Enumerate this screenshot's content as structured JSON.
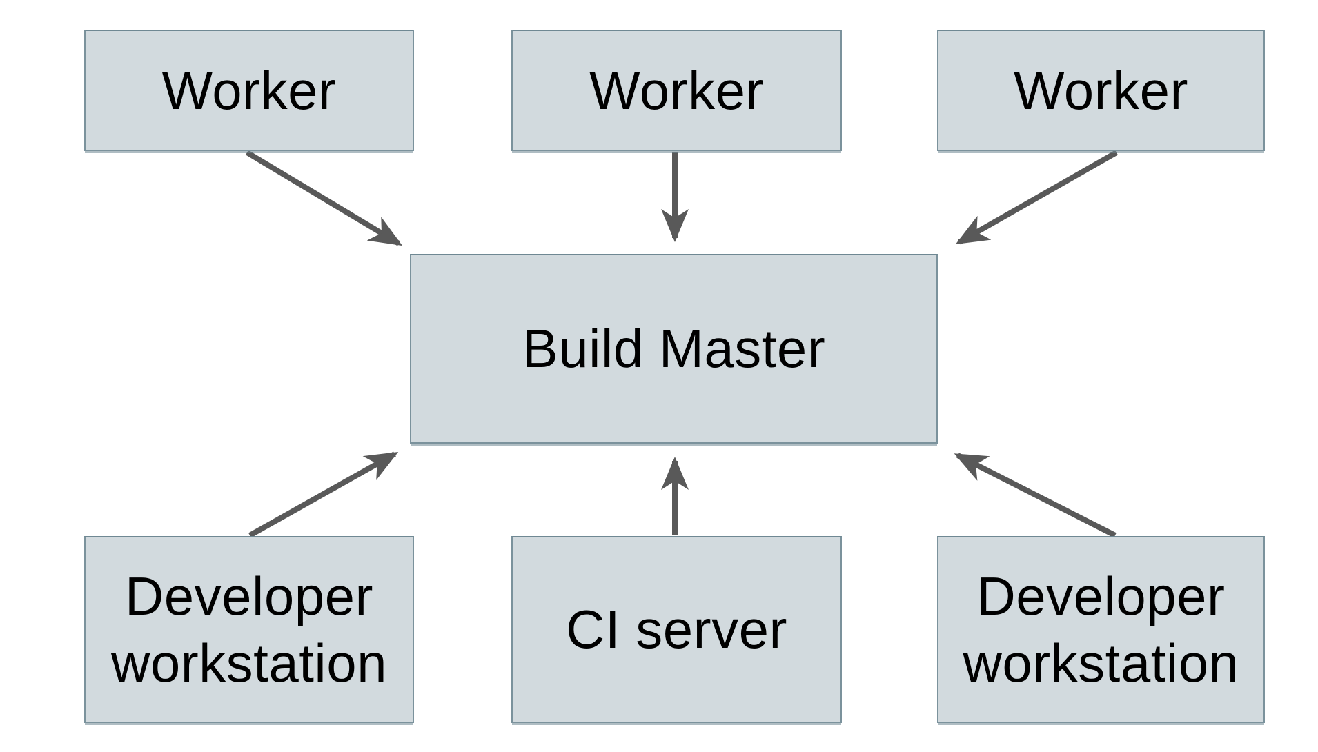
{
  "diagram": {
    "type": "architecture-flow",
    "nodes": {
      "worker_1": {
        "label": "Worker",
        "row": "top"
      },
      "worker_2": {
        "label": "Worker",
        "row": "top"
      },
      "worker_3": {
        "label": "Worker",
        "row": "top"
      },
      "build_master": {
        "label": "Build Master",
        "row": "center"
      },
      "dev_workstation_1": {
        "label": "Developer workstation",
        "row": "bottom"
      },
      "ci_server": {
        "label": "CI server",
        "row": "bottom"
      },
      "dev_workstation_2": {
        "label": "Developer workstation",
        "row": "bottom"
      }
    },
    "edges": [
      {
        "from": "worker_1",
        "to": "build_master",
        "arrow": "to"
      },
      {
        "from": "worker_2",
        "to": "build_master",
        "arrow": "to"
      },
      {
        "from": "worker_3",
        "to": "build_master",
        "arrow": "to"
      },
      {
        "from": "dev_workstation_1",
        "to": "build_master",
        "arrow": "to"
      },
      {
        "from": "ci_server",
        "to": "build_master",
        "arrow": "to"
      },
      {
        "from": "dev_workstation_2",
        "to": "build_master",
        "arrow": "to"
      }
    ],
    "colors": {
      "background": "#ffffff",
      "node_fill": "#d2dade",
      "node_border": "#7b929c",
      "arrow": "#595959",
      "text": "#000000"
    }
  }
}
